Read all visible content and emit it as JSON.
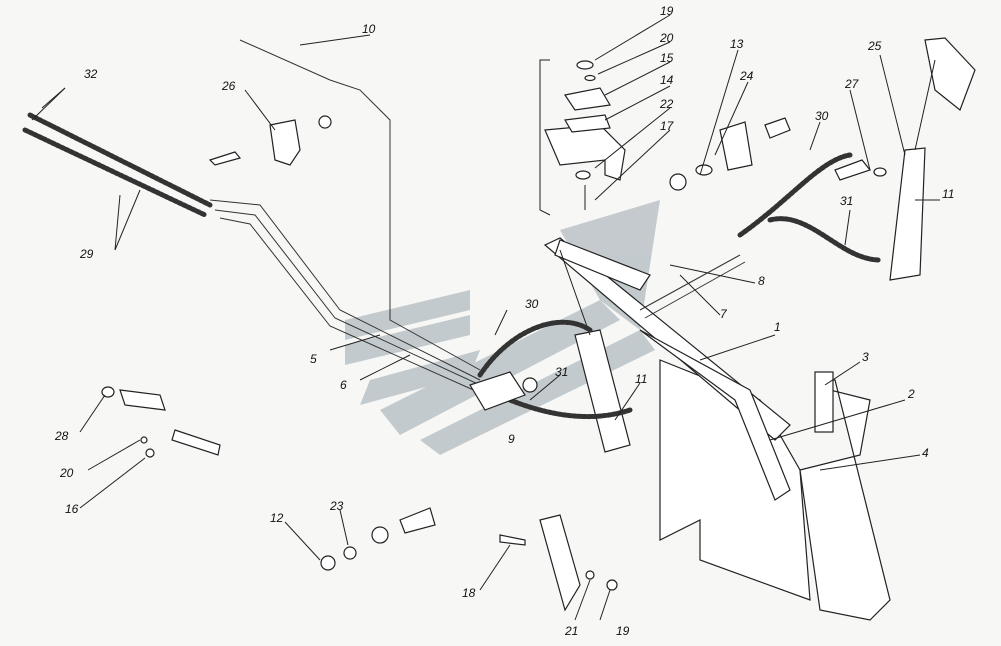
{
  "diagram": {
    "callouts": [
      "1",
      "2",
      "3",
      "4",
      "5",
      "6",
      "7",
      "8",
      "9",
      "10",
      "11",
      "11",
      "12",
      "13",
      "14",
      "15",
      "16",
      "17",
      "18",
      "19",
      "19",
      "20",
      "20",
      "21",
      "22",
      "23",
      "24",
      "25",
      "26",
      "27",
      "28",
      "29",
      "30",
      "30",
      "31",
      "31",
      "32"
    ]
  },
  "colors": {
    "ink": "#222222",
    "watermark": "#9aa6ad",
    "paper": "#f7f7f5"
  }
}
